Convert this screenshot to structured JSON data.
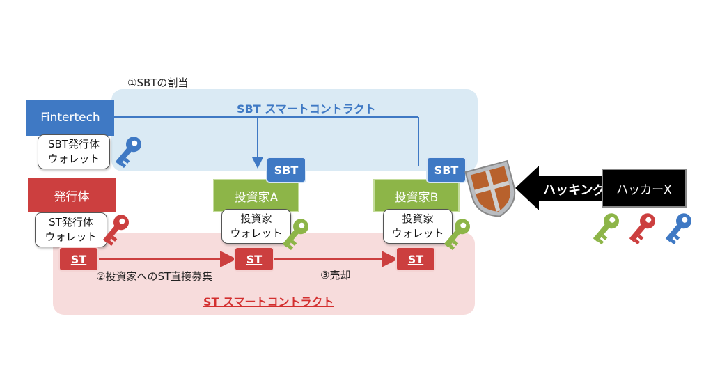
{
  "sbt_zone": {
    "title": "SBT スマートコントラクト",
    "color": "#3f79c4"
  },
  "st_zone": {
    "title": "ST スマートコントラクト",
    "color": "#d32f2f"
  },
  "step1": "①SBTの割当",
  "step2": "②投資家へのST直接募集",
  "step3": "③売却",
  "fintertech": {
    "label": "Fintertech",
    "color": "#3f79c4"
  },
  "sbt_issuer_wallet": {
    "line1": "SBT発行体",
    "line2": "ウォレット"
  },
  "issuer": {
    "label": "発行体",
    "color": "#cc3f3f"
  },
  "st_issuer_wallet": {
    "line1": "ST発行体",
    "line2": "ウォレット"
  },
  "investor_a": {
    "label": "投資家A",
    "wallet_line1": "投資家",
    "wallet_line2": "ウォレット",
    "color": "#8db548"
  },
  "investor_b": {
    "label": "投資家B",
    "wallet_line1": "投資家",
    "wallet_line2": "ウォレット",
    "color": "#8db548"
  },
  "badges": {
    "sbt": "SBT",
    "st": "ST"
  },
  "hacking": "ハッキング",
  "hacker": {
    "label": "ハッカーX"
  },
  "icons": [
    "key-icon",
    "shield-icon",
    "arrow-left-icon"
  ]
}
